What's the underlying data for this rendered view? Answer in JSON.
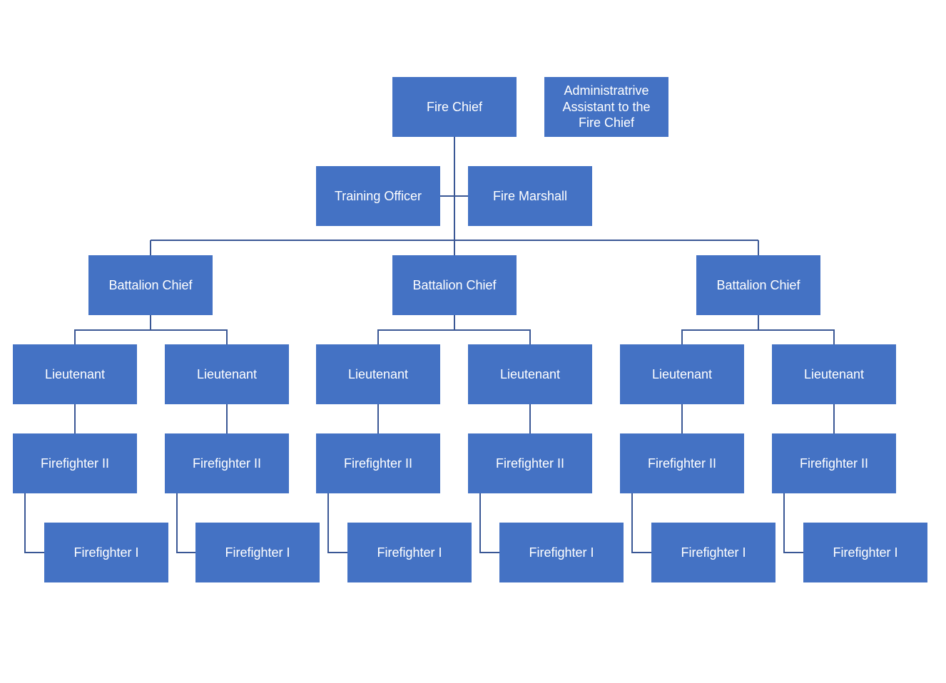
{
  "diagram": {
    "type": "org-chart",
    "colors": {
      "box-fill": "#4472C4",
      "box-text": "#FFFFFF",
      "connector": "#3A5795",
      "background": "#FFFFFF"
    },
    "nodes": [
      {
        "id": "fire-chief",
        "label": "Fire Chief"
      },
      {
        "id": "administrative-assistant",
        "label": "Administratrive Assistant to the Fire Chief"
      },
      {
        "id": "training-officer",
        "label": "Training Officer"
      },
      {
        "id": "fire-marshall",
        "label": "Fire Marshall"
      },
      {
        "id": "battalion-chief-1",
        "label": "Battalion Chief"
      },
      {
        "id": "battalion-chief-2",
        "label": "Battalion Chief"
      },
      {
        "id": "battalion-chief-3",
        "label": "Battalion Chief"
      },
      {
        "id": "lieutenant-1",
        "label": "Lieutenant"
      },
      {
        "id": "lieutenant-2",
        "label": "Lieutenant"
      },
      {
        "id": "lieutenant-3",
        "label": "Lieutenant"
      },
      {
        "id": "lieutenant-4",
        "label": "Lieutenant"
      },
      {
        "id": "lieutenant-5",
        "label": "Lieutenant"
      },
      {
        "id": "lieutenant-6",
        "label": "Lieutenant"
      },
      {
        "id": "firefighter2-1",
        "label": "Firefighter II"
      },
      {
        "id": "firefighter2-2",
        "label": "Firefighter II"
      },
      {
        "id": "firefighter2-3",
        "label": "Firefighter II"
      },
      {
        "id": "firefighter2-4",
        "label": "Firefighter II"
      },
      {
        "id": "firefighter2-5",
        "label": "Firefighter II"
      },
      {
        "id": "firefighter2-6",
        "label": "Firefighter II"
      },
      {
        "id": "firefighter1-1",
        "label": "Firefighter I"
      },
      {
        "id": "firefighter1-2",
        "label": "Firefighter I"
      },
      {
        "id": "firefighter1-3",
        "label": "Firefighter I"
      },
      {
        "id": "firefighter1-4",
        "label": "Firefighter I"
      },
      {
        "id": "firefighter1-5",
        "label": "Firefighter I"
      },
      {
        "id": "firefighter1-6",
        "label": "Firefighter I"
      }
    ]
  }
}
